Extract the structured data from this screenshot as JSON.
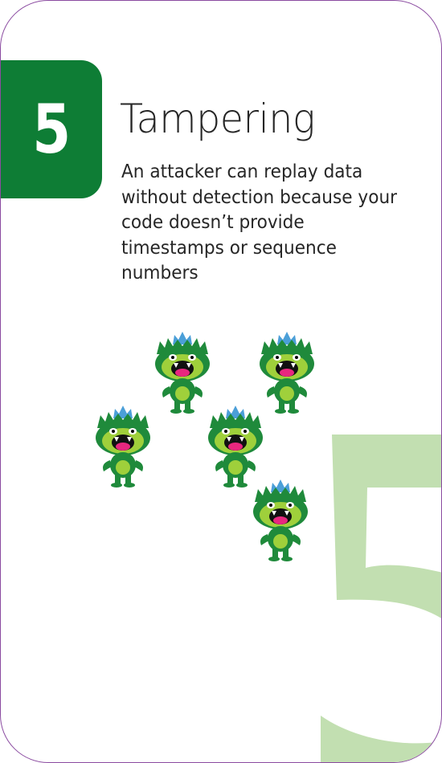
{
  "card": {
    "number": "5",
    "title": "Tampering",
    "description": "An attacker can replay data without detection because your code doesn’t provide timestamps or sequence numbers"
  },
  "colors": {
    "tab_green": "#0e7d35",
    "watermark_green": "#c2dfb1",
    "monster_dark_green": "#1f8a3b",
    "monster_light_green": "#9fd03b",
    "crown_blue": "#4b9fd8",
    "mouth_pink": "#e8277f",
    "border_purple": "#8a4aa0"
  },
  "illustration": {
    "monster_count": 5,
    "icon": "monster-icon"
  }
}
